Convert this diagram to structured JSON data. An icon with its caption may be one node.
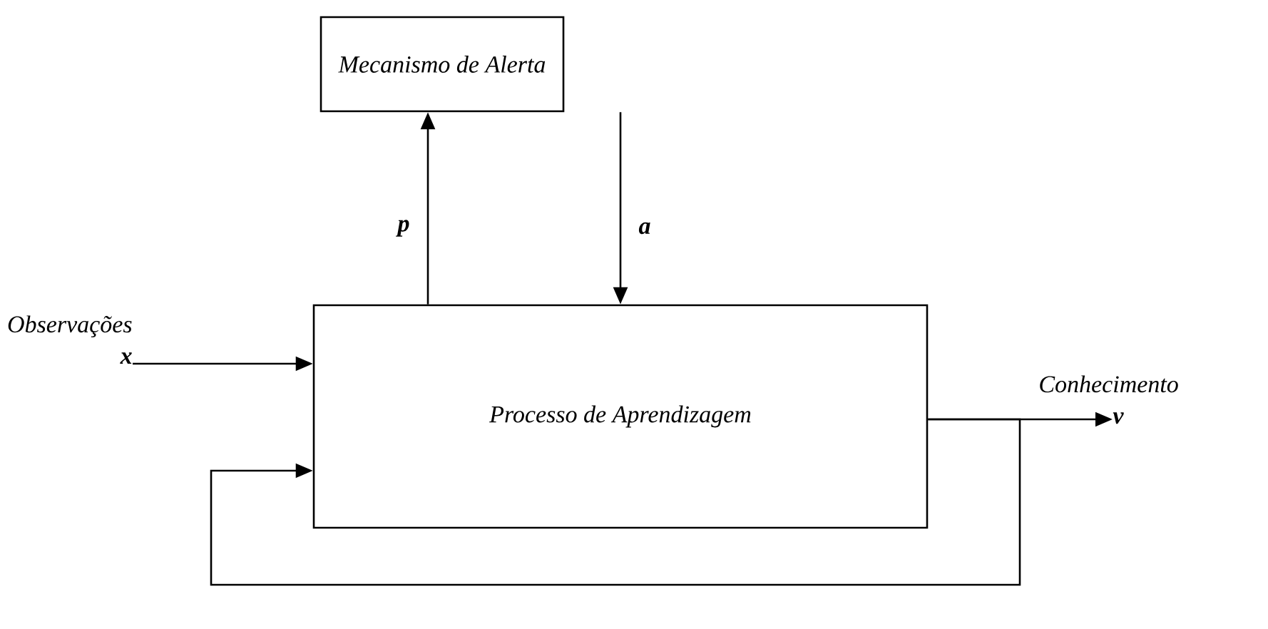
{
  "diagram": {
    "nodes": [
      {
        "text": [
          "Mecanismo de Alerta"
        ]
      },
      {
        "text": [
          "Processo de Aprendizagem"
        ]
      },
      {
        "text": [
          "Observações",
          "x"
        ]
      },
      {
        "text": [
          "Conhecimento",
          "v"
        ]
      }
    ],
    "edges": [
      {
        "from": 1,
        "to": 0,
        "arrow": "to",
        "label": "p"
      },
      {
        "from": 0,
        "to": 1,
        "arrow": "to",
        "label": "a"
      },
      {
        "from": 2,
        "to": 1,
        "arrow": "to"
      },
      {
        "from": 1,
        "to": 3,
        "arrow": "to"
      },
      {
        "from": 1,
        "to": 1,
        "arrow": "to"
      }
    ]
  }
}
